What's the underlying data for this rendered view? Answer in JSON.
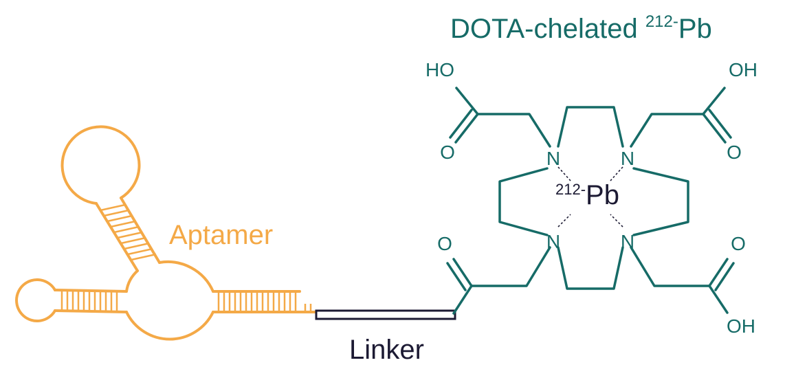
{
  "title": {
    "text": "DOTA-chelated ",
    "superscript": "212-",
    "element": "Pb"
  },
  "labels": {
    "aptamer": "Aptamer",
    "linker": "Linker"
  },
  "chelate": {
    "metal_superscript": "212-",
    "metal": "Pb",
    "nitrogen": "N",
    "carbonyl_oxygen": "O",
    "hydroxyl_left": "HO",
    "hydroxyl_right": "OH"
  },
  "colors": {
    "aptamer": "#f4a947",
    "dota": "#166b67",
    "linker": "#1c1a33",
    "metal": "#1c1a33"
  }
}
